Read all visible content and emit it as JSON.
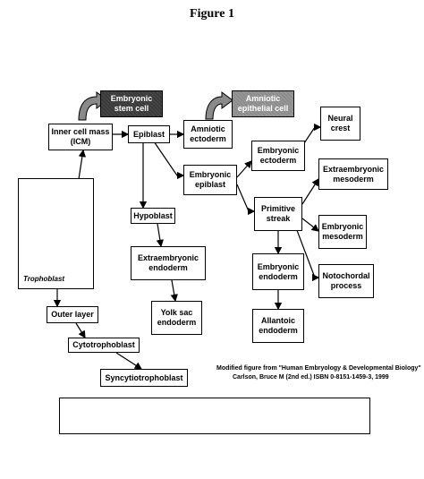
{
  "figure": {
    "title": "Figure 1",
    "trophoblast_label": "Trophoblast",
    "credit_line1": "Modified figure from \"Human Embryology & Developmental Biology\"",
    "credit_line2": "Carlson, Bruce M (2nd ed.) ISBN 0-8151-1459-3, 1999"
  },
  "nodes": {
    "embryonic_stem_cell": "Embryonic stem cell",
    "amniotic_epithelial_cell": "Amniotic epithelial cell",
    "inner_cell_mass": "Inner cell mass (ICM)",
    "epiblast": "Epiblast",
    "amniotic_ectoderm": "Amniotic ectoderm",
    "embryonic_epiblast": "Embryonic epiblast",
    "embryonic_ectoderm": "Embryonic ectoderm",
    "neural_crest": "Neural crest",
    "primitive_streak": "Primitive streak",
    "extraembryonic_mesoderm": "Extraembryonic mesoderm",
    "embryonic_mesoderm": "Embryonic mesoderm",
    "notochordal_process": "Notochordal process",
    "embryonic_endoderm": "Embryonic endoderm",
    "allantoic_endoderm": "Allantoic endoderm",
    "hypoblast": "Hypoblast",
    "extraembryonic_endoderm": "Extraembryonic endoderm",
    "yolk_sac_endoderm": "Yolk sac endoderm",
    "outer_layer": "Outer layer",
    "cytotrophoblast": "Cytotrophoblast",
    "syncytiotrophoblast": "Syncytiotrophoblast"
  }
}
